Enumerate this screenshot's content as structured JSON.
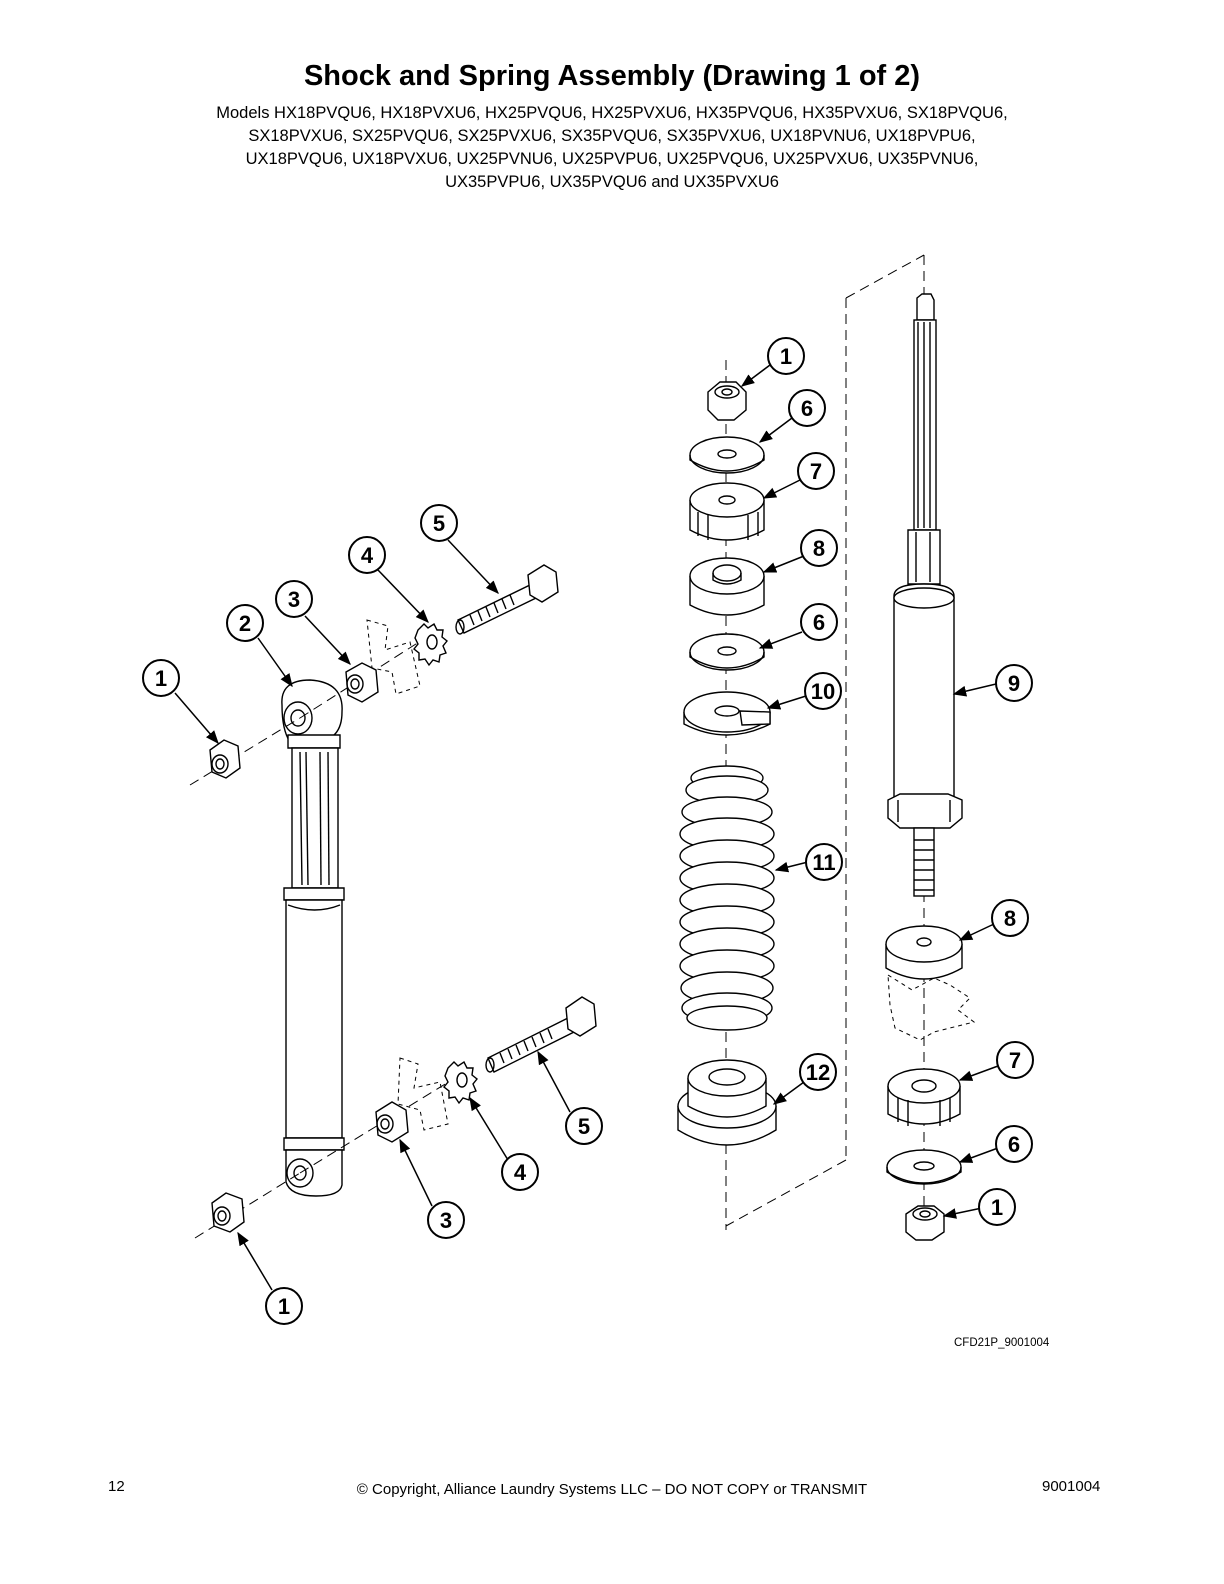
{
  "page": {
    "title": "Shock and Spring Assembly (Drawing 1 of 2)",
    "models_lines": [
      "Models HX18PVQU6, HX18PVXU6, HX25PVQU6, HX25PVXU6, HX35PVQU6, HX35PVXU6, SX18PVQU6,",
      "SX18PVXU6, SX25PVQU6, SX25PVXU6, SX35PVQU6, SX35PVXU6, UX18PVNU6, UX18PVPU6,",
      "UX18PVQU6, UX18PVXU6, UX25PVNU6, UX25PVPU6, UX25PVQU6, UX25PVXU6, UX35PVNU6,",
      "UX35PVPU6, UX35PVQU6 and UX35PVXU6"
    ],
    "drawing_ref": "CFD21P_9001004",
    "footer": {
      "page_number": "12",
      "copyright": "© Copyright, Alliance Laundry Systems LLC – DO NOT COPY or TRANSMIT",
      "doc_number": "9001004"
    }
  },
  "callouts": [
    {
      "id": "c1a",
      "label": "1"
    },
    {
      "id": "c2",
      "label": "2"
    },
    {
      "id": "c3a",
      "label": "3"
    },
    {
      "id": "c4a",
      "label": "4"
    },
    {
      "id": "c5a",
      "label": "5"
    },
    {
      "id": "c5b",
      "label": "5"
    },
    {
      "id": "c4b",
      "label": "4"
    },
    {
      "id": "c3b",
      "label": "3"
    },
    {
      "id": "c1b",
      "label": "1"
    },
    {
      "id": "c1c",
      "label": "1"
    },
    {
      "id": "c6a",
      "label": "6"
    },
    {
      "id": "c7a",
      "label": "7"
    },
    {
      "id": "c8a",
      "label": "8"
    },
    {
      "id": "c6b",
      "label": "6"
    },
    {
      "id": "c10",
      "label": "10"
    },
    {
      "id": "c11",
      "label": "11"
    },
    {
      "id": "c12",
      "label": "12"
    },
    {
      "id": "c9",
      "label": "9"
    },
    {
      "id": "c8b",
      "label": "8"
    },
    {
      "id": "c7b",
      "label": "7"
    },
    {
      "id": "c6c",
      "label": "6"
    },
    {
      "id": "c1d",
      "label": "1"
    }
  ]
}
